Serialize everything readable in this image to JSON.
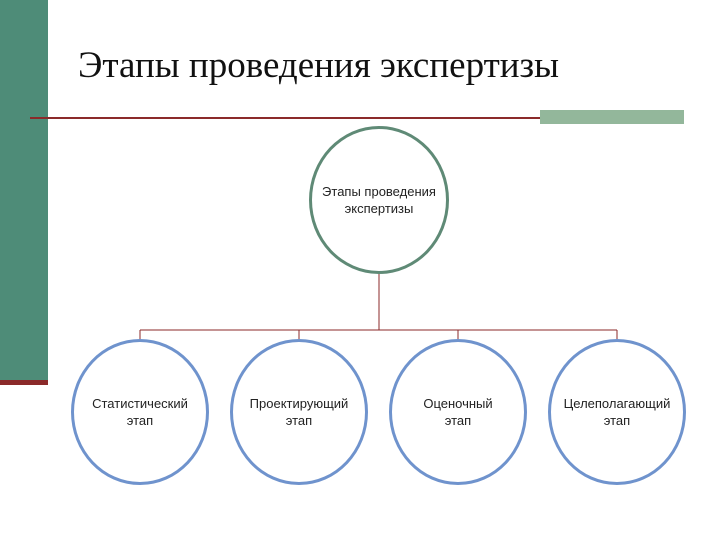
{
  "slide": {
    "title": "Этапы проведения экспертизы"
  },
  "diagram": {
    "root": {
      "label": "Этапы проведения\nэкспертизы"
    },
    "children": [
      {
        "label": "Статистический\nэтап"
      },
      {
        "label": "Проектирующий\nэтап"
      },
      {
        "label": "Оценочный\nэтап"
      },
      {
        "label": "Целеполагающий\nэтап"
      }
    ]
  },
  "colors": {
    "side_bar": "#4e8c78",
    "accent_rule": "#8b2a2a",
    "rule_block": "#93b79b",
    "root_border": "#5f8a76",
    "child_border": "#6f93cd",
    "connector": "#8b2a2a"
  }
}
